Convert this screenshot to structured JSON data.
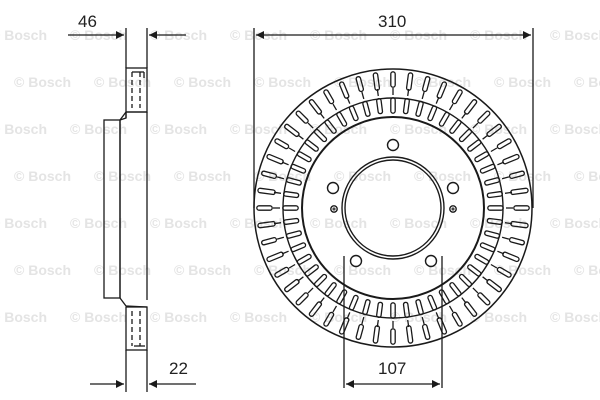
{
  "diagram": {
    "type": "technical-drawing",
    "subject": "ventilated brake disc",
    "watermark_text": "© Bosch",
    "line_color": "#1a1a1a",
    "watermark_color": "#e4e4e4",
    "dimensions": {
      "thickness": {
        "label": "46",
        "unit": "mm"
      },
      "min_thickness": {
        "label": "22",
        "unit": "mm"
      },
      "outer_diameter": {
        "label": "310",
        "unit": "mm"
      },
      "center_bore": {
        "label": "107",
        "unit": "mm"
      }
    },
    "views": {
      "side_view": "profile section (left)",
      "front_view": "face with vent slots and 6 holes (right)"
    }
  }
}
